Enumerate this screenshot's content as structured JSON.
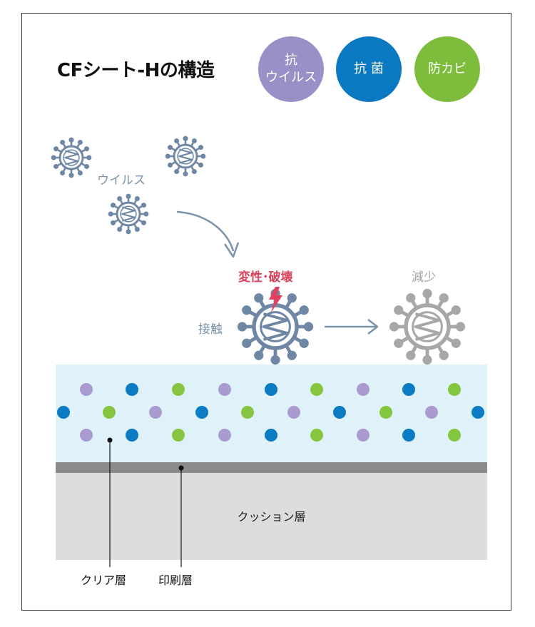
{
  "title": "CFシート-Hの構造",
  "badges": [
    {
      "label": "抗\nウイルス",
      "color": "#9b8fc8"
    },
    {
      "label": "抗 菌",
      "color": "#0b78c2"
    },
    {
      "label": "防カビ",
      "color": "#7dbd3b"
    }
  ],
  "labels": {
    "virus": "ウイルス",
    "damage": "変性･破壊",
    "contact": "接触",
    "decrease": "減少"
  },
  "layers": {
    "clear": "クリア層",
    "print": "印刷層",
    "cushion": "クッション層"
  },
  "colors": {
    "virus": "#6f87a4",
    "virus_faded": "#a7a7a7",
    "arrow": "#7b93aa",
    "bolt": "#e2415f",
    "dot_purple": "#a99bd0",
    "dot_blue": "#0b7bc4",
    "dot_green": "#86c540"
  }
}
